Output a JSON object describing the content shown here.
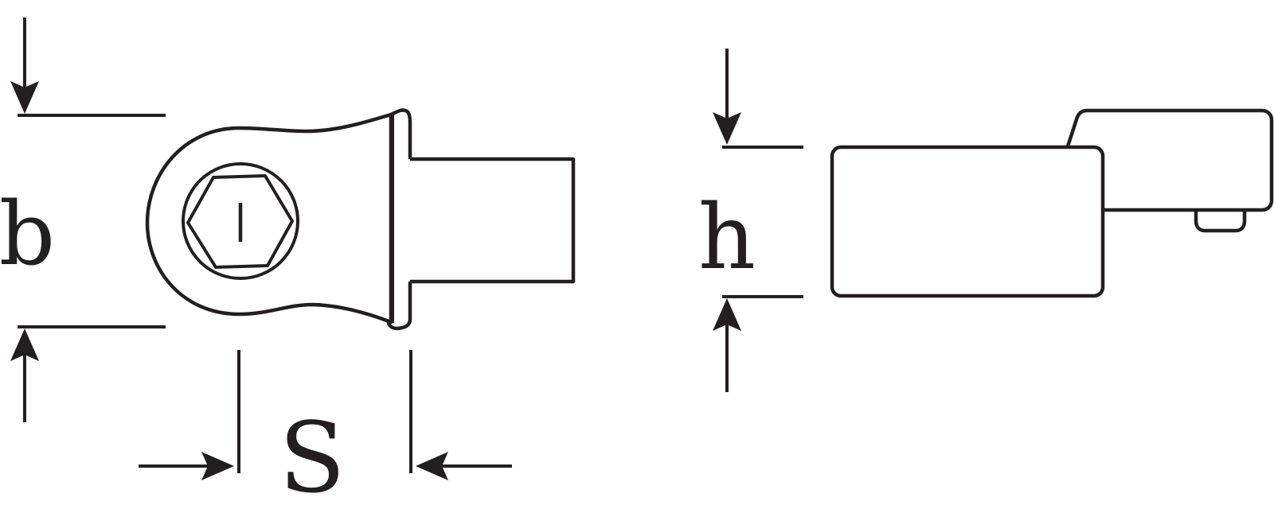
{
  "colors": {
    "ink": "#231f20",
    "background": "#ffffff"
  },
  "dimensions": {
    "width_label": "b",
    "drive_label": "S",
    "height_label": "h"
  }
}
